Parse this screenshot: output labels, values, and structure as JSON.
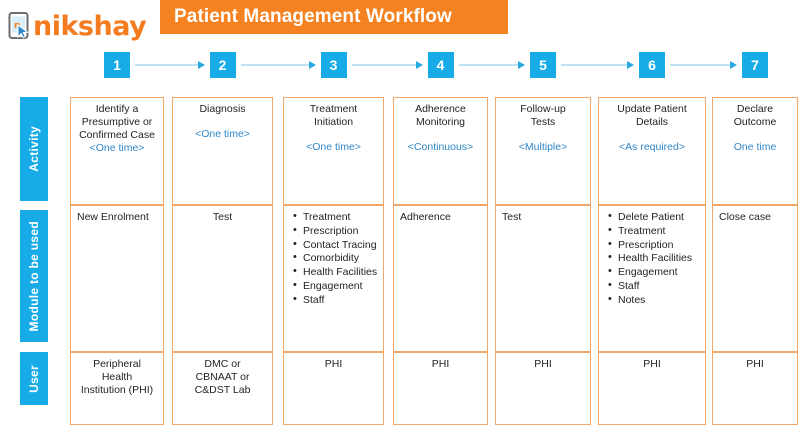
{
  "brand": {
    "logo_text": "nikshay",
    "logo_icon": "mobile-cursor-icon"
  },
  "header": {
    "title": "Patient Management Workflow",
    "title_bg": "#F58220"
  },
  "theme": {
    "blue": "#17ACE8",
    "orange": "#F58220",
    "cell_border": "#F3A86A",
    "tag_blue": "#2E86C8",
    "arrow": "#BEE3F3"
  },
  "steps": [
    {
      "number": "1"
    },
    {
      "number": "2"
    },
    {
      "number": "3"
    },
    {
      "number": "4"
    },
    {
      "number": "5"
    },
    {
      "number": "6"
    },
    {
      "number": "7"
    }
  ],
  "row_labels": [
    {
      "label": "Activity"
    },
    {
      "label": "Module to be used"
    },
    {
      "label": "User"
    }
  ],
  "activity": [
    {
      "caption": "Identify a\nPresumptive  or\nConfirmed Case",
      "tag": "<One time>"
    },
    {
      "caption": "Diagnosis",
      "tag": "<One time>"
    },
    {
      "caption": "Treatment\nInitiation",
      "tag": "<One time>"
    },
    {
      "caption": "Adherence\nMonitoring",
      "tag": "<Continuous>"
    },
    {
      "caption": "Follow-up\nTests",
      "tag": "<Multiple>"
    },
    {
      "caption": "Update Patient\nDetails",
      "tag": "<As required>"
    },
    {
      "caption": "Declare\nOutcome",
      "tag": "One time"
    }
  ],
  "modules": [
    {
      "text": "New Enrolment",
      "items": []
    },
    {
      "text": "Test",
      "items": []
    },
    {
      "text": "",
      "items": [
        "Treatment",
        "Prescription",
        "Contact Tracing",
        "Comorbidity",
        "Health Facilities",
        "Engagement",
        "Staff"
      ]
    },
    {
      "text": "Adherence",
      "items": []
    },
    {
      "text": "Test",
      "items": []
    },
    {
      "text": "",
      "items": [
        "Delete Patient",
        "Treatment",
        "Prescription",
        "Health Facilities",
        "Engagement",
        "Staff",
        "Notes"
      ]
    },
    {
      "text": "Close case",
      "items": []
    }
  ],
  "users": [
    {
      "text": "Peripheral\nHealth\nInstitution  (PHI)"
    },
    {
      "text": "DMC or\nCBNAAT or\nC&DST Lab"
    },
    {
      "text": "PHI"
    },
    {
      "text": "PHI"
    },
    {
      "text": "PHI"
    },
    {
      "text": "PHI"
    },
    {
      "text": "PHI"
    }
  ]
}
